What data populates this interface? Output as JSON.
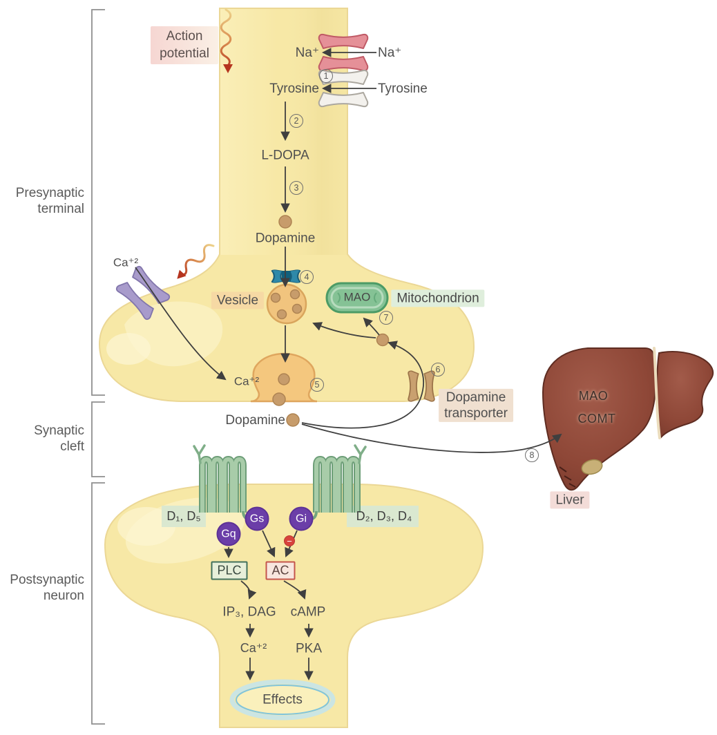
{
  "side_labels": {
    "presynaptic": [
      "Presynaptic",
      "terminal"
    ],
    "synaptic": [
      "Synaptic",
      "cleft"
    ],
    "postsynaptic": [
      "Postsynaptic",
      "neuron"
    ]
  },
  "steps": [
    "1",
    "2",
    "3",
    "4",
    "5",
    "6",
    "7",
    "8"
  ],
  "labels": {
    "action_potential": [
      "Action",
      "potential"
    ],
    "na_in": "Na⁺",
    "na_out": "Na⁺",
    "tyrosine_in": "Tyrosine",
    "tyrosine_out": "Tyrosine",
    "l_dopa": "L-DOPA",
    "dopamine_axon": "Dopamine",
    "vesicle": "Vesicle",
    "mao_mito": "MAO",
    "mitochondrion": "Mitochondrion",
    "ca_out": "Ca⁺²",
    "ca_in": "Ca⁺²",
    "dat": [
      "Dopamine",
      "transporter"
    ],
    "dopamine_cleft": "Dopamine",
    "liver_mao": "MAO",
    "liver_comt": "COMT",
    "liver": "Liver",
    "d1_d5": "D₁, D₅",
    "d2_d3_d4": "D₂, D₃, D₄",
    "gq": "Gq",
    "gs": "Gs",
    "gi": "Gi",
    "minus": "−",
    "plc": "PLC",
    "ac": "AC",
    "ip3_dag": "IP₃, DAG",
    "camp": "cAMP",
    "ca_post": "Ca⁺²",
    "pka": "PKA",
    "effects": "Effects"
  },
  "colors": {
    "neuron_yellow": "#F7E8A6",
    "neuron_highlight": "#FAF1C2",
    "membrane_edge": "#EBD795",
    "sodium_channel_pink": "#E59098",
    "tyrosine_transporter_white": "#F3F1ED",
    "calcium_channel_purple": "#A89BCB",
    "vmat_blue": "#2E89A9",
    "vesicle_orange": "#F1C47E",
    "dopamine_dot_brown": "#C79C6B",
    "mitochondrion_green": "#85C295",
    "receptor_green": "#A8CCA9",
    "g_protein_purple": "#6B3EA8",
    "inhibition_red": "#D7433C",
    "plc_border_green": "#41705B",
    "ac_border_red": "#C4554C",
    "effects_blue": "#7FC4DC",
    "liver_brown": "#8E4737",
    "dat_brown": "#C9A06F",
    "label_pink_bg": "#F6D7D3",
    "label_green_bg": "#DAE8D0",
    "label_tan_bg": "#F0E0D0",
    "arrow_dark": "#3F3F3F"
  }
}
